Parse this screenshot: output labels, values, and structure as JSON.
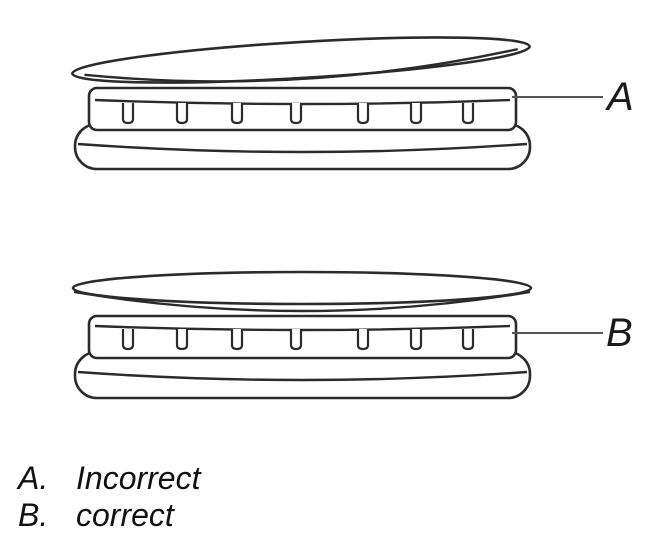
{
  "diagram": {
    "callouts": {
      "a": "A",
      "b": "B"
    }
  },
  "legend": [
    {
      "key": "A.",
      "text": "Incorrect"
    },
    {
      "key": "B.",
      "text": "correct"
    }
  ]
}
